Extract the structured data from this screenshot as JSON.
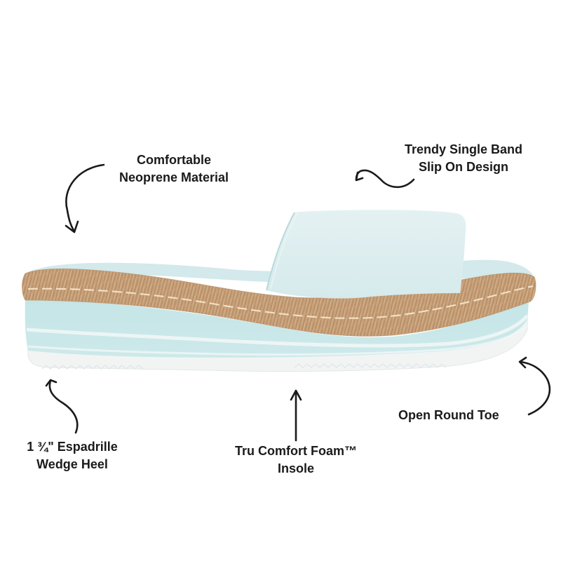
{
  "callouts": {
    "neoprene": {
      "line1": "Comfortable",
      "line2": "Neoprene Material"
    },
    "band": {
      "line1": "Trendy Single Band",
      "line2": "Slip On Design"
    },
    "toe": {
      "line1": "Open Round Toe"
    },
    "heel": {
      "line1": "1 ¾\" Espadrille",
      "line2": "Wedge Heel"
    },
    "insole": {
      "line1": "Tru Comfort Foam™",
      "line2": "Insole"
    }
  },
  "product": {
    "name": "single-band espadrille platform slide sandal",
    "colors": {
      "upper": "#dcecee",
      "footbed": "#cfe6e8",
      "wedge": "#c6e6e8",
      "wedge_stripe": "#eef5f4",
      "jute": "#c8a27a",
      "stitch": "#f1dcc2",
      "outsole": "#f3f5f5"
    }
  },
  "icons": {
    "arrow_color": "#1a1a1a"
  }
}
